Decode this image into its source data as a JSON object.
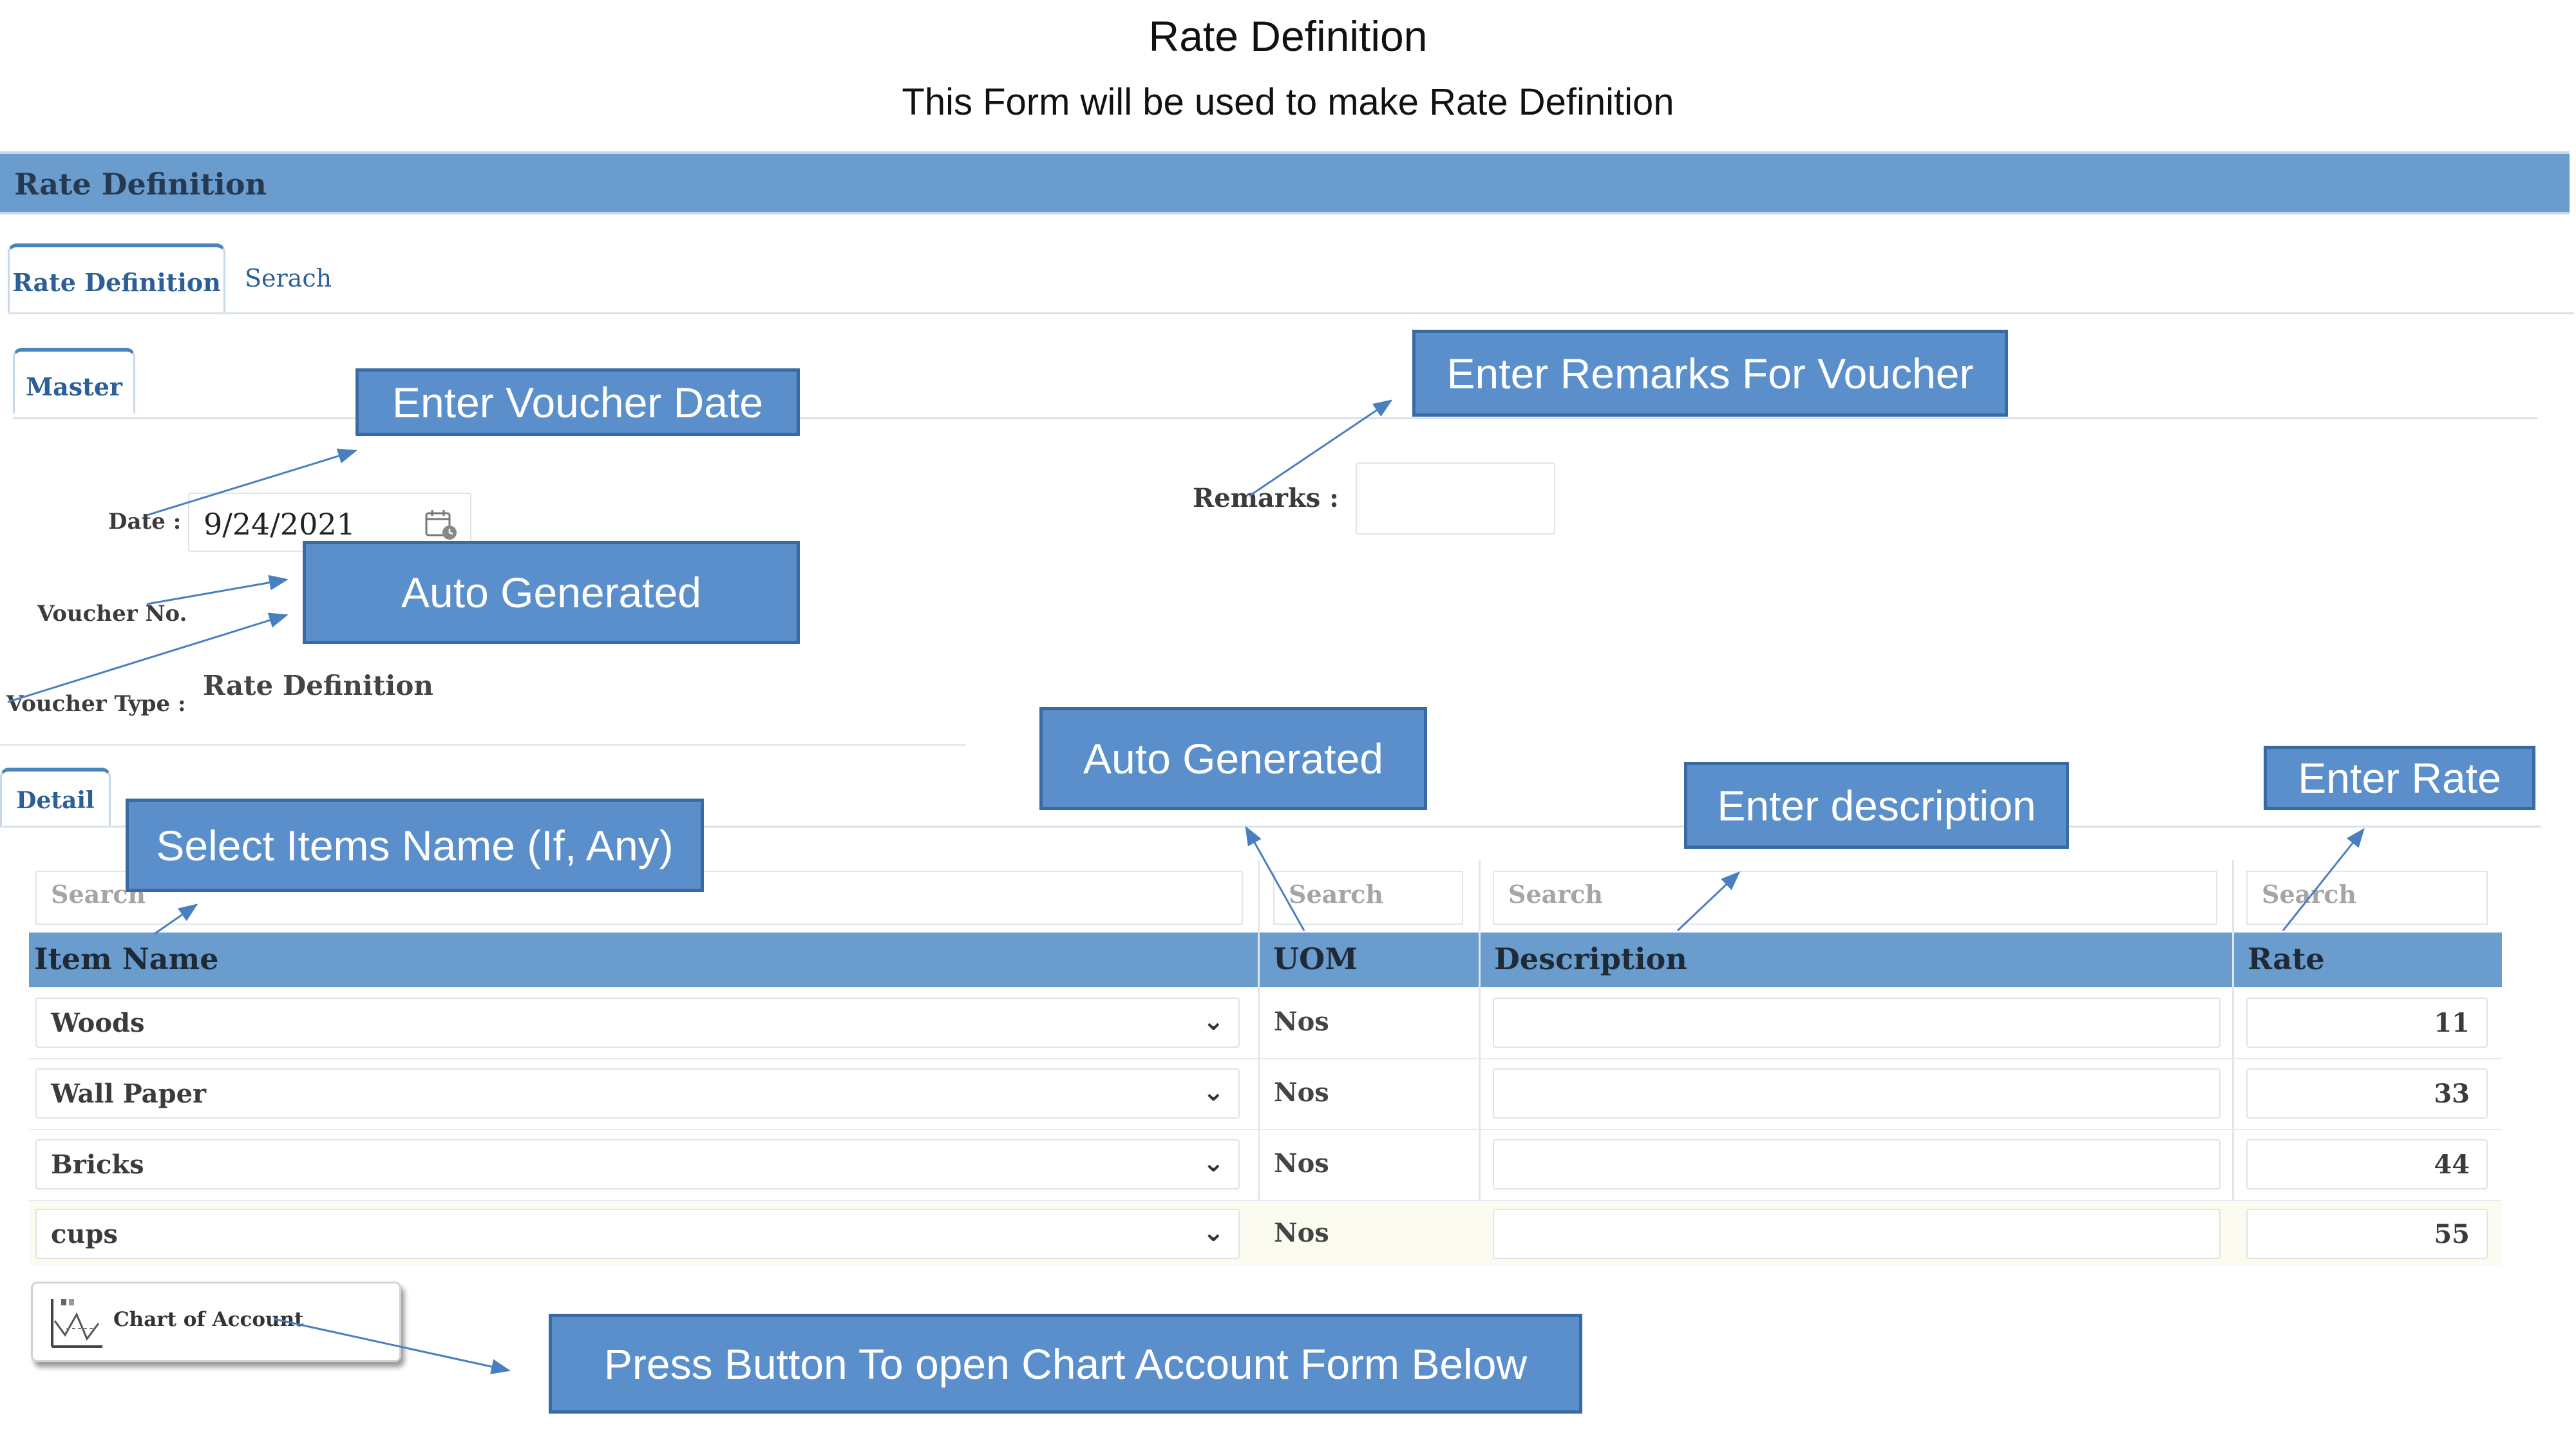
{
  "doc": {
    "title": "Rate Definition",
    "subtitle": "This Form will be used to make Rate Definition"
  },
  "window": {
    "header_title": "Rate Definition"
  },
  "tabs": [
    {
      "label": "Rate Definition",
      "active": true
    },
    {
      "label": "Serach",
      "active": false
    }
  ],
  "master": {
    "tab_label": "Master",
    "date_label": "Date :",
    "date_value": "9/24/2021",
    "voucher_no_label": "Voucher No.",
    "voucher_type_label": "Voucher Type :",
    "voucher_type_value": "Rate Definition",
    "remarks_label": "Remarks :",
    "remarks_value": ""
  },
  "detail": {
    "tab_label": "Detail",
    "search_placeholder": "Search",
    "columns": [
      "Item Name",
      "UOM",
      "Description",
      "Rate"
    ],
    "rows": [
      {
        "item": "Woods",
        "uom": "Nos",
        "description": "",
        "rate": "11"
      },
      {
        "item": "Wall Paper",
        "uom": "Nos",
        "description": "",
        "rate": "33"
      },
      {
        "item": "Bricks",
        "uom": "Nos",
        "description": "",
        "rate": "44"
      },
      {
        "item": "cups",
        "uom": "Nos",
        "description": "",
        "rate": "55"
      }
    ]
  },
  "chart_button": {
    "label": "Chart of Account",
    "icon": "chart-icon"
  },
  "callouts": {
    "voucher_date": "Enter Voucher Date",
    "auto_generated_voucher": "Auto Generated",
    "remarks": "Enter Remarks For Voucher",
    "auto_generated_uom": "Auto Generated",
    "description": "Enter description",
    "rate": "Enter Rate",
    "items": "Select Items Name (If, Any)",
    "chart_button": "Press Button To open Chart Account Form Below"
  },
  "colors": {
    "header": "#6a9ccd",
    "callout": "#5b8fcb",
    "tab_text": "#2b5f96",
    "selected_row": "#fbfbef"
  }
}
